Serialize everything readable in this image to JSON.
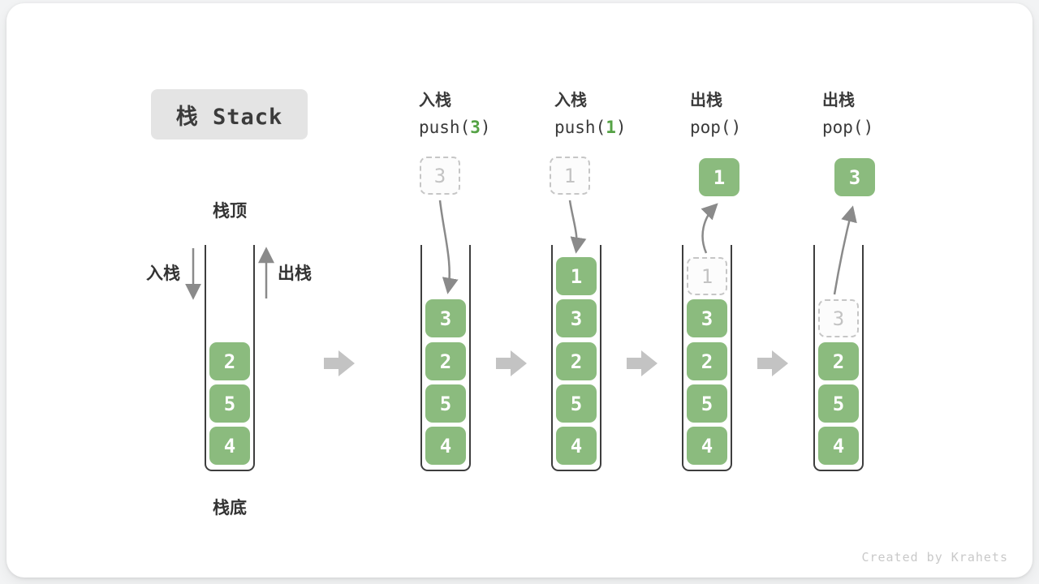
{
  "title": "栈 Stack",
  "footer": "Created by Krahets",
  "labels": {
    "top": "栈顶",
    "bottom": "栈底",
    "push_side": "入栈",
    "pop_side": "出栈"
  },
  "colors": {
    "box_green": "#8bbb7e",
    "code_value_green": "#55a245",
    "curve_arrow_gray": "#8a8a8a",
    "flow_arrow_gray": "#c3c3c3",
    "ghost_gray": "#c6c6c6",
    "title_bg": "#e4e4e4"
  },
  "stages": [
    {
      "name": "initial",
      "items": [
        "2",
        "5",
        "4"
      ]
    },
    {
      "name": "push-3",
      "op": "入栈",
      "code_pre": "push(",
      "code_num": "3",
      "code_post": ")",
      "floating": "3",
      "floating_style": "dashed",
      "items": [
        "3",
        "2",
        "5",
        "4"
      ]
    },
    {
      "name": "push-1",
      "op": "入栈",
      "code_pre": "push(",
      "code_num": "1",
      "code_post": ")",
      "floating": "1",
      "floating_style": "dashed",
      "items": [
        "1",
        "3",
        "2",
        "5",
        "4"
      ]
    },
    {
      "name": "pop-1",
      "op": "出栈",
      "code_pre": "pop()",
      "code_num": "",
      "code_post": "",
      "floating": "1",
      "floating_style": "solid",
      "ghost": "1",
      "items": [
        "3",
        "2",
        "5",
        "4"
      ]
    },
    {
      "name": "pop-3",
      "op": "出栈",
      "code_pre": "pop()",
      "code_num": "",
      "code_post": "",
      "floating": "3",
      "floating_style": "solid",
      "ghost": "3",
      "items": [
        "2",
        "5",
        "4"
      ]
    }
  ]
}
